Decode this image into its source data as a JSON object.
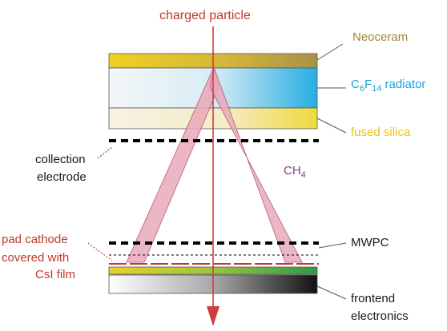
{
  "labels": {
    "particle": "charged particle",
    "neoceram": "Neoceram",
    "radiator": {
      "c": "C",
      "c_sub": "6",
      "f": "F",
      "f_sub": "14",
      "rest": " radiator"
    },
    "silica": "fused silica",
    "collection_1": "collection",
    "collection_2": "electrode",
    "gas": {
      "main": "CH",
      "sub": "4"
    },
    "mwpc": "MWPC",
    "pad_1": "pad cathode",
    "pad_2": "covered with",
    "pad_3": "CsI film",
    "frontend_1": "frontend",
    "frontend_2": "electronics"
  },
  "colors": {
    "particle": "#d23c3c",
    "neoceram": "#e4c21f",
    "radiator": "#27a9e1",
    "silica": "#ecdc4a",
    "cone": "#e8a6b8",
    "csi": "#4a9c3c"
  }
}
